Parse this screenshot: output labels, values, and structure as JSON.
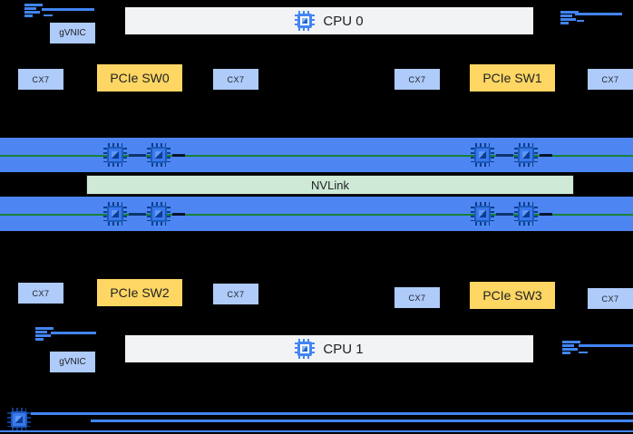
{
  "diagram": {
    "labels": {
      "cpu0": "CPU 0",
      "cpu1": "CPU 1",
      "gvnic_top": "gVNIC",
      "gvnic_bottom": "gVNIC",
      "nvlink": "NVLink",
      "pcie": [
        "PCIe SW0",
        "PCIe SW1",
        "PCIe SW2",
        "PCIe SW3"
      ],
      "cx7_top": [
        "CX7",
        "CX7",
        "CX7",
        "CX7"
      ],
      "cx7_bottom": [
        "CX7",
        "CX7",
        "CX7",
        "CX7"
      ]
    },
    "icons": {
      "cpu_chip": "cpu-chip-icon",
      "gpu_chip": "gpu-chip-icon",
      "network_link": "network-link-icon"
    },
    "colors": {
      "background": "#000000",
      "nic_box": "#aecbfa",
      "pcie_box": "#fdd663",
      "cpu_box": "#f1f3f4",
      "gpu_rail_bar": "#4d86f2",
      "nvlink_box": "#ceead6",
      "nvlink_rail_line": "#188038",
      "link_line": "#4285f4",
      "label_text": "#202124"
    }
  }
}
